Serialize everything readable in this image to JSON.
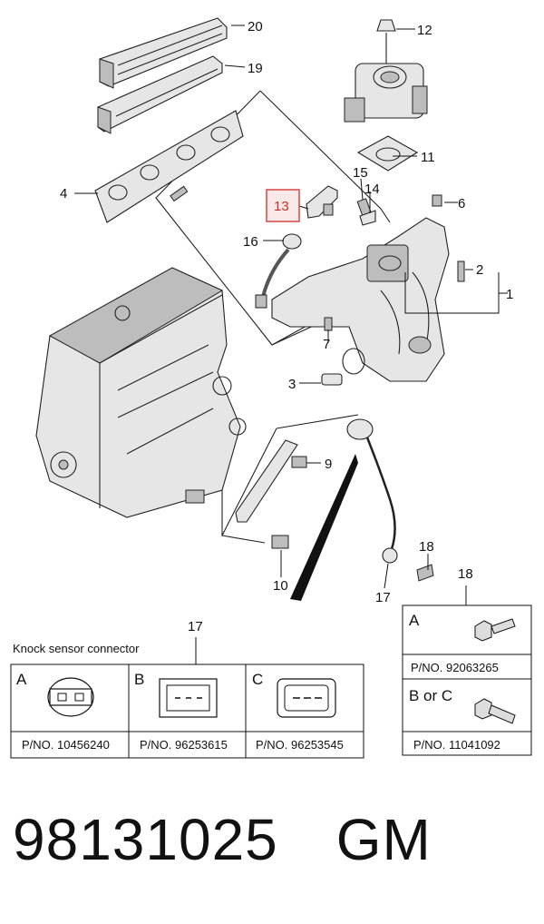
{
  "callouts": {
    "c1": "1",
    "c2": "2",
    "c3": "3",
    "c4": "4",
    "c6": "6",
    "c7": "7",
    "c9": "9",
    "c10": "10",
    "c11": "11",
    "c12": "12",
    "c13": "13",
    "c14": "14",
    "c15": "15",
    "c16": "16",
    "c17": "17",
    "c18": "18",
    "c19": "19",
    "c20": "20"
  },
  "knock_table": {
    "number": "17",
    "title": "Knock sensor connector",
    "columns": [
      {
        "variant": "A",
        "pno": "P/NO. 10456240"
      },
      {
        "variant": "B",
        "pno": "P/NO. 96253615"
      },
      {
        "variant": "C",
        "pno": "P/NO. 96253545"
      }
    ]
  },
  "bolt_table": {
    "number": "18",
    "rows": [
      {
        "variant": "A",
        "pno": "P/NO. 92063265"
      },
      {
        "variant": "B or C",
        "pno": "P/NO. 11041092"
      }
    ]
  },
  "footer": {
    "part_number": "98131025",
    "brand": "GM"
  },
  "colors": {
    "highlight_border": "#d9534f",
    "highlight_fill": "#fbe9ea",
    "ink": "#111111"
  }
}
